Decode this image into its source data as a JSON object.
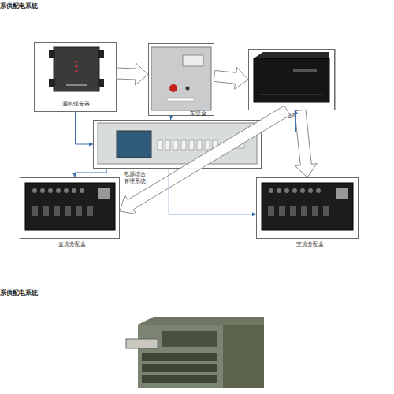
{
  "diagram": {
    "title": "系供配电系统",
    "nodes": [
      {
        "text": [
          "漏电保安器"
        ]
      },
      {
        "text": [
          "车壁盒"
        ]
      },
      {
        "text": [
          "综合电源"
        ]
      },
      {
        "text": [
          "电源综合管理系统"
        ]
      },
      {
        "text": [
          "直流分配盒"
        ]
      },
      {
        "text": [
          "交流分配盒"
        ]
      }
    ],
    "edges": [
      {
        "from": 0,
        "to": 1,
        "arrow": "to"
      },
      {
        "from": 1,
        "to": 2,
        "arrow": "to"
      },
      {
        "from": 2,
        "to": 4,
        "arrow": "to"
      },
      {
        "from": 2,
        "to": 5,
        "arrow": "to"
      },
      {
        "from": 0,
        "to": 3,
        "arrow": "to"
      },
      {
        "from": 1,
        "to": 3,
        "arrow": "to"
      },
      {
        "from": 3,
        "to": 2,
        "arrow": "to"
      },
      {
        "from": 3,
        "to": 4,
        "arrow": "to"
      },
      {
        "from": 3,
        "to": 5,
        "arrow": "to"
      }
    ],
    "labels": [
      "系供配电系统"
    ]
  }
}
